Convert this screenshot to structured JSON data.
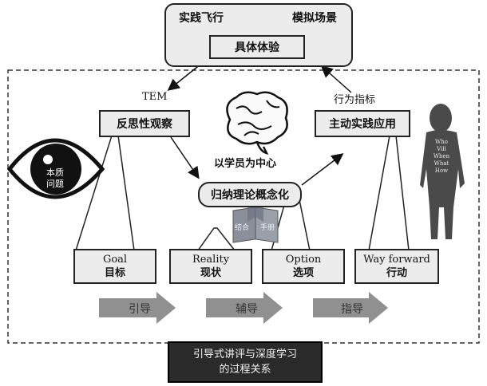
{
  "top": {
    "practice_flight": "实践飞行",
    "sim_scene": "模拟场景",
    "concrete_experience": "具体体验"
  },
  "labels": {
    "tem": "TEM",
    "behavior_index": "行为指标",
    "learner_center": "以学员为中心",
    "essence_problem": "本质\n问题",
    "book_left": "结合",
    "book_right": "手册"
  },
  "nodes": {
    "reflective": "反思性观察",
    "active_apply": "主动实践应用",
    "conceptualize": "归纳理论概念化"
  },
  "grow": [
    {
      "en": "Goal",
      "zh": "目标"
    },
    {
      "en": "Reality",
      "zh": "现状"
    },
    {
      "en": "Option",
      "zh": "选项"
    },
    {
      "en": "Way forward",
      "zh": "行动"
    }
  ],
  "steps": [
    "引导",
    "辅导",
    "指导"
  ],
  "person_text": [
    "Who",
    "Vill",
    "When",
    "What",
    "How"
  ],
  "footer": {
    "line1": "引导式讲评与深度学习",
    "line2": "的过程关系"
  }
}
